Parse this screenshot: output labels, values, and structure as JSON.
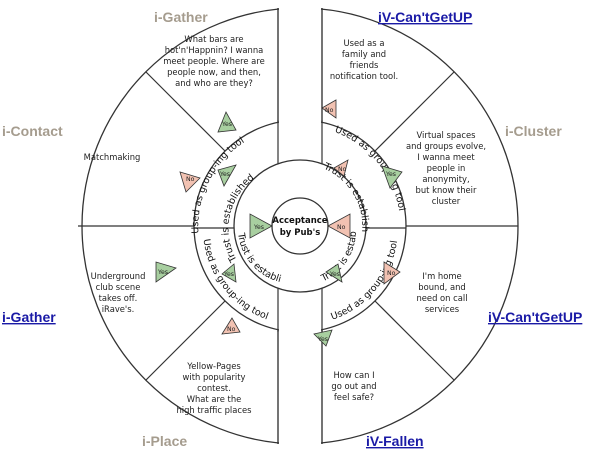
{
  "center": {
    "line1": "Acceptance",
    "line2": "by Pub's"
  },
  "rings": {
    "inner": "Trust is established",
    "middle": "Used as group-ing tool"
  },
  "triangle_labels": {
    "yes": "Yes",
    "no": "No"
  },
  "outer_labels": [
    {
      "text": "i-Gather",
      "style": "gray"
    },
    {
      "text": "iV-Can'tGetUP",
      "style": "link"
    },
    {
      "text": "i-Contact",
      "style": "gray"
    },
    {
      "text": "i-Cluster",
      "style": "gray"
    },
    {
      "text": "i-Gather",
      "style": "link"
    },
    {
      "text": "iV-Can'tGetUP",
      "style": "link"
    },
    {
      "text": "i-Place",
      "style": "gray"
    },
    {
      "text": "iV-Fallen",
      "style": "link"
    }
  ],
  "segments": [
    {
      "lines": [
        "What bars are",
        "hot'n'Happnin? I wanna",
        "meet people. Where are",
        "people now, and then,",
        "and who are they?"
      ]
    },
    {
      "lines": [
        "Used as a",
        "family and",
        "friends",
        "notification tool."
      ]
    },
    {
      "lines": [
        "Virtual spaces",
        "and groups evolve,",
        "I wanna meet",
        "people in",
        "anonymity,",
        "but know their",
        "cluster"
      ]
    },
    {
      "lines": [
        "I'm home",
        "bound, and",
        "need on call",
        "services"
      ]
    },
    {
      "lines": [
        "How can I",
        "go out and",
        "feel safe?"
      ]
    },
    {
      "lines": [
        "Yellow-Pages",
        "with popularity",
        "contest.",
        "What are the",
        "high traffic places"
      ]
    },
    {
      "lines": [
        "Underground",
        "club scene",
        "takes off.",
        "iRave's."
      ]
    },
    {
      "lines": [
        "Matchmaking"
      ]
    }
  ],
  "colors": {
    "yes_fill": "#a8cfa0",
    "no_fill": "#f2c2b2",
    "outline": "#333333",
    "gray_label": "#a59c8e",
    "link_label": "#1a1aa6"
  }
}
